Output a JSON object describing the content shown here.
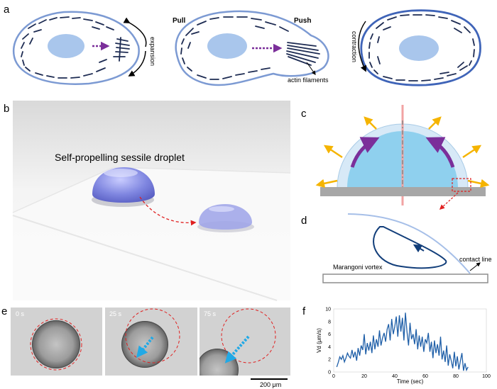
{
  "panels": {
    "a": {
      "label": "a",
      "expansion": "expansion",
      "contraction": "contraction",
      "pull": "Pull",
      "push": "Push",
      "actin": "actin filaments"
    },
    "b": {
      "label": "b",
      "caption": "Self-propelling sessile droplet"
    },
    "c": {
      "label": "c"
    },
    "d": {
      "label": "d",
      "vortex": "Marangoni vortex",
      "contact_line": "contact line"
    },
    "e": {
      "label": "e",
      "frames": [
        "0 s",
        "25 s",
        "75 s"
      ],
      "scale": "200 μm"
    },
    "f": {
      "label": "f"
    }
  },
  "chart_data": {
    "type": "line",
    "xlabel": "Time (sec)",
    "ylabel": "Vd (μm/s)",
    "xlim": [
      0,
      100
    ],
    "ylim": [
      0,
      10
    ],
    "xticks": [
      0,
      20,
      40,
      60,
      80,
      100
    ],
    "yticks": [
      0,
      2,
      4,
      6,
      8,
      10
    ],
    "color": "#1f5fa8",
    "series": [
      {
        "x": [
          2,
          3,
          4,
          5,
          6,
          7,
          8,
          9,
          10,
          11,
          12,
          13,
          14,
          15,
          16,
          17,
          18,
          19,
          20,
          21,
          22,
          23,
          24,
          25,
          26,
          27,
          28,
          29,
          30,
          31,
          32,
          33,
          34,
          35,
          36,
          37,
          38,
          39,
          40,
          41,
          42,
          43,
          44,
          45,
          46,
          47,
          48,
          49,
          50,
          51,
          52,
          53,
          54,
          55,
          56,
          57,
          58,
          59,
          60,
          61,
          62,
          63,
          64,
          65,
          66,
          67,
          68,
          69,
          70,
          71,
          72,
          73,
          74,
          75,
          76,
          77,
          78,
          79,
          80,
          81,
          82,
          83,
          84,
          85,
          86,
          87,
          88
        ],
        "y": [
          0.8,
          1.5,
          2.4,
          2.0,
          2.6,
          1.6,
          2.2,
          3.0,
          2.5,
          2.2,
          3.5,
          2.3,
          3.2,
          1.8,
          3.8,
          2.6,
          4.2,
          3.5,
          6.0,
          2.8,
          4.6,
          3.4,
          4.8,
          3.0,
          5.8,
          3.6,
          5.2,
          4.0,
          6.6,
          4.2,
          5.4,
          6.2,
          4.8,
          6.8,
          7.6,
          5.0,
          8.4,
          6.0,
          7.2,
          8.8,
          5.6,
          9.0,
          6.4,
          8.6,
          5.0,
          9.4,
          6.4,
          4.2,
          7.8,
          5.2,
          6.0,
          4.4,
          6.8,
          3.6,
          5.8,
          4.0,
          5.6,
          3.2,
          5.2,
          4.6,
          6.2,
          3.2,
          4.8,
          2.2,
          5.0,
          3.0,
          4.4,
          2.6,
          5.6,
          2.0,
          3.4,
          1.6,
          4.2,
          1.0,
          2.8,
          1.8,
          0.6,
          3.2,
          0.9,
          2.5,
          0.4,
          1.8,
          3.0,
          0.2,
          1.4,
          0.3,
          0.8
        ]
      }
    ]
  }
}
